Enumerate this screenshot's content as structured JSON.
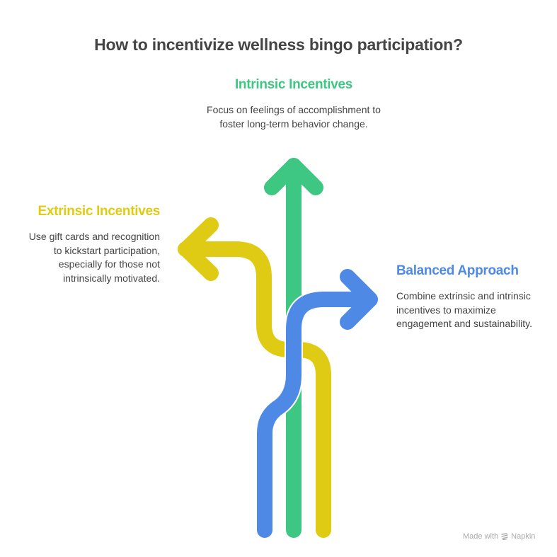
{
  "title": "How to incentivize wellness bingo participation?",
  "colors": {
    "intrinsic": "#3ec683",
    "extrinsic": "#e0cb14",
    "balanced": "#4f89e6",
    "text": "#444444",
    "footer": "#aaaaaa"
  },
  "branches": {
    "intrinsic": {
      "heading": "Intrinsic Incentives",
      "description": "Focus on feelings of accomplishment to foster long-term behavior change.",
      "direction": "up"
    },
    "extrinsic": {
      "heading": "Extrinsic Incentives",
      "description": "Use gift cards and recognition to kickstart participation, especially for those not intrinsically motivated.",
      "direction": "left"
    },
    "balanced": {
      "heading": "Balanced Approach",
      "description": "Combine extrinsic and intrinsic incentives to maximize engagement and sustainability.",
      "direction": "right"
    }
  },
  "footer": {
    "made_with": "Made with",
    "brand": "Napkin",
    "icon": "napkin-logo-icon"
  }
}
